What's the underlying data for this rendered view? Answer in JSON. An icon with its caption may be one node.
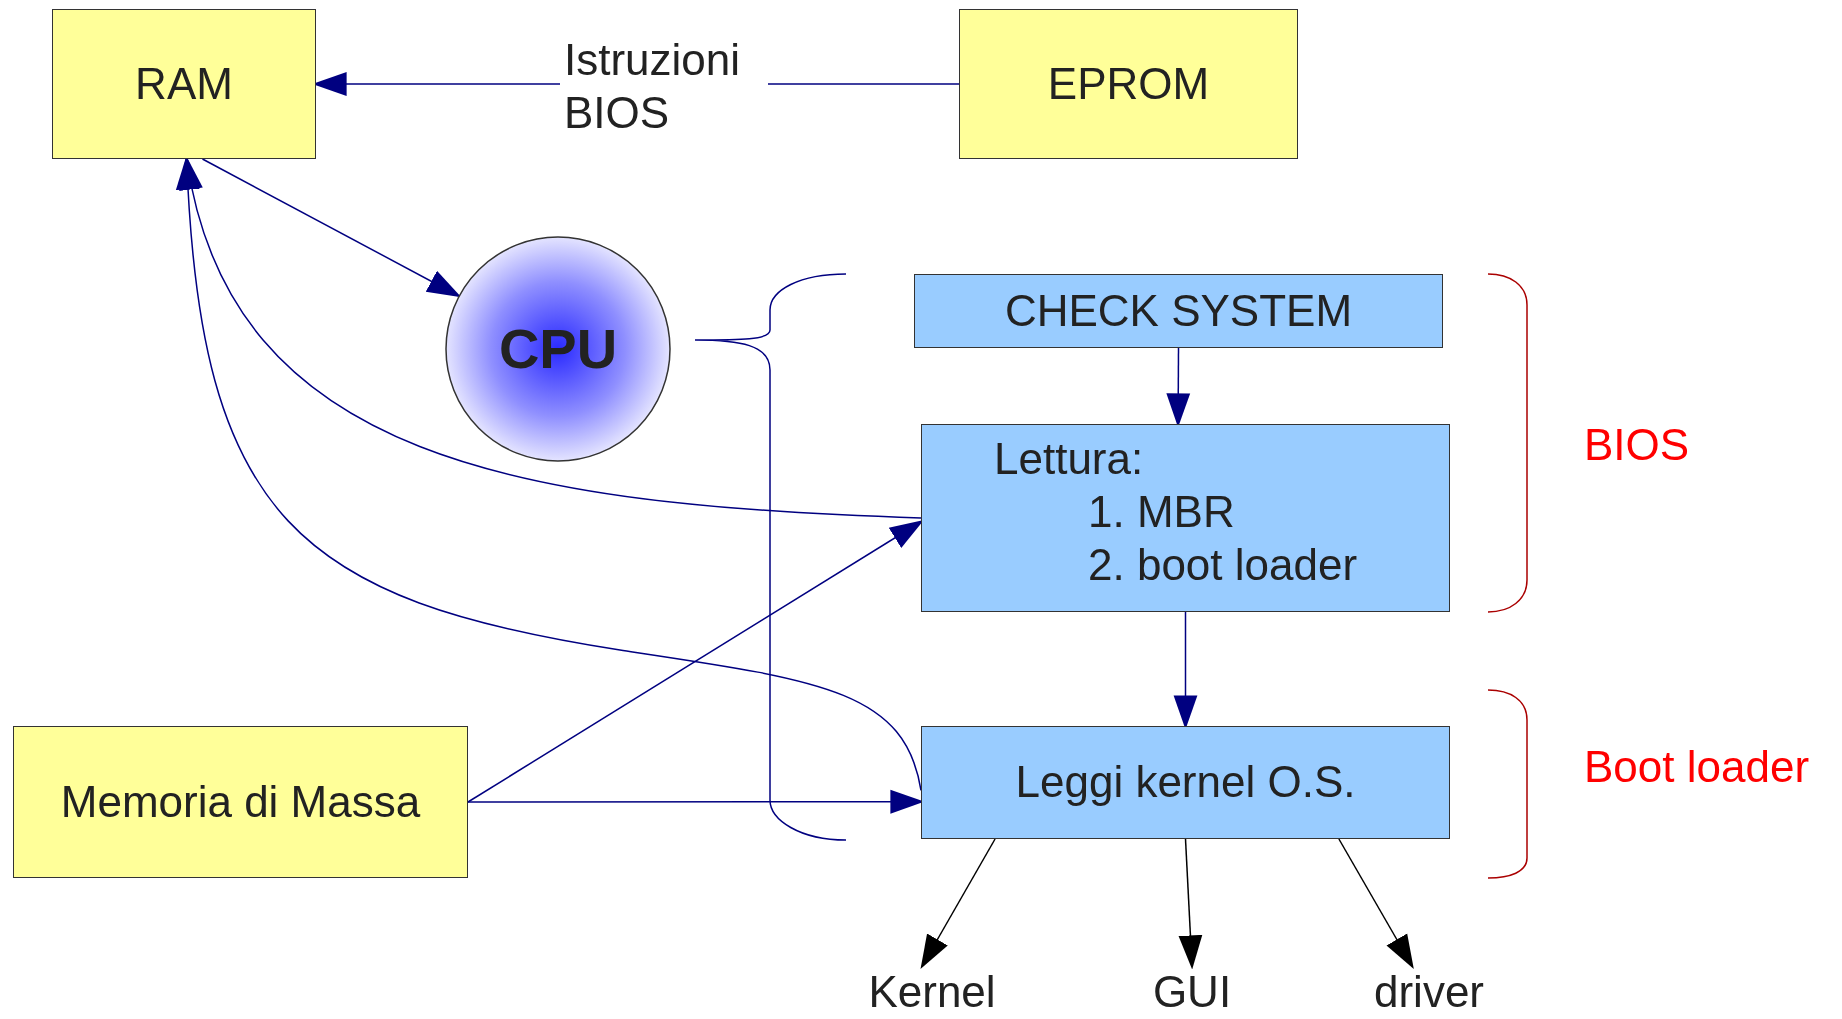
{
  "diagram": {
    "nodes": [
      {
        "text": [
          "RAM"
        ]
      },
      {
        "text": [
          "EPROM"
        ]
      },
      {
        "text": [
          "CPU"
        ]
      },
      {
        "text": [
          "CHECK SYSTEM"
        ]
      },
      {
        "text": [
          "Lettura:",
          "1. MBR",
          "2. boot loader"
        ]
      },
      {
        "text": [
          "Memoria di Massa"
        ]
      },
      {
        "text": [
          "Leggi kernel O.S."
        ]
      },
      {
        "text": [
          "Kernel"
        ]
      },
      {
        "text": [
          "GUI"
        ]
      },
      {
        "text": [
          "driver"
        ]
      }
    ],
    "edges": [
      {
        "from": 1,
        "to": 0,
        "arrow": "to",
        "label": "Istruzioni BIOS"
      },
      {
        "from": 0,
        "to": 2,
        "arrow": "to"
      },
      {
        "from": 4,
        "to": 0,
        "arrow": "to"
      },
      {
        "from": 6,
        "to": 0,
        "arrow": "to"
      },
      {
        "from": 3,
        "to": 4,
        "arrow": "to"
      },
      {
        "from": 4,
        "to": 6,
        "arrow": "to"
      },
      {
        "from": 5,
        "to": 4,
        "arrow": "to"
      },
      {
        "from": 5,
        "to": 6,
        "arrow": "to"
      },
      {
        "from": 6,
        "to": 7,
        "arrow": "to",
        "color": "#000000"
      },
      {
        "from": 6,
        "to": 8,
        "arrow": "to",
        "color": "#000000"
      },
      {
        "from": 6,
        "to": 9,
        "arrow": "to",
        "color": "#000000"
      }
    ],
    "labels": [
      "BIOS",
      "Boot loader"
    ]
  }
}
